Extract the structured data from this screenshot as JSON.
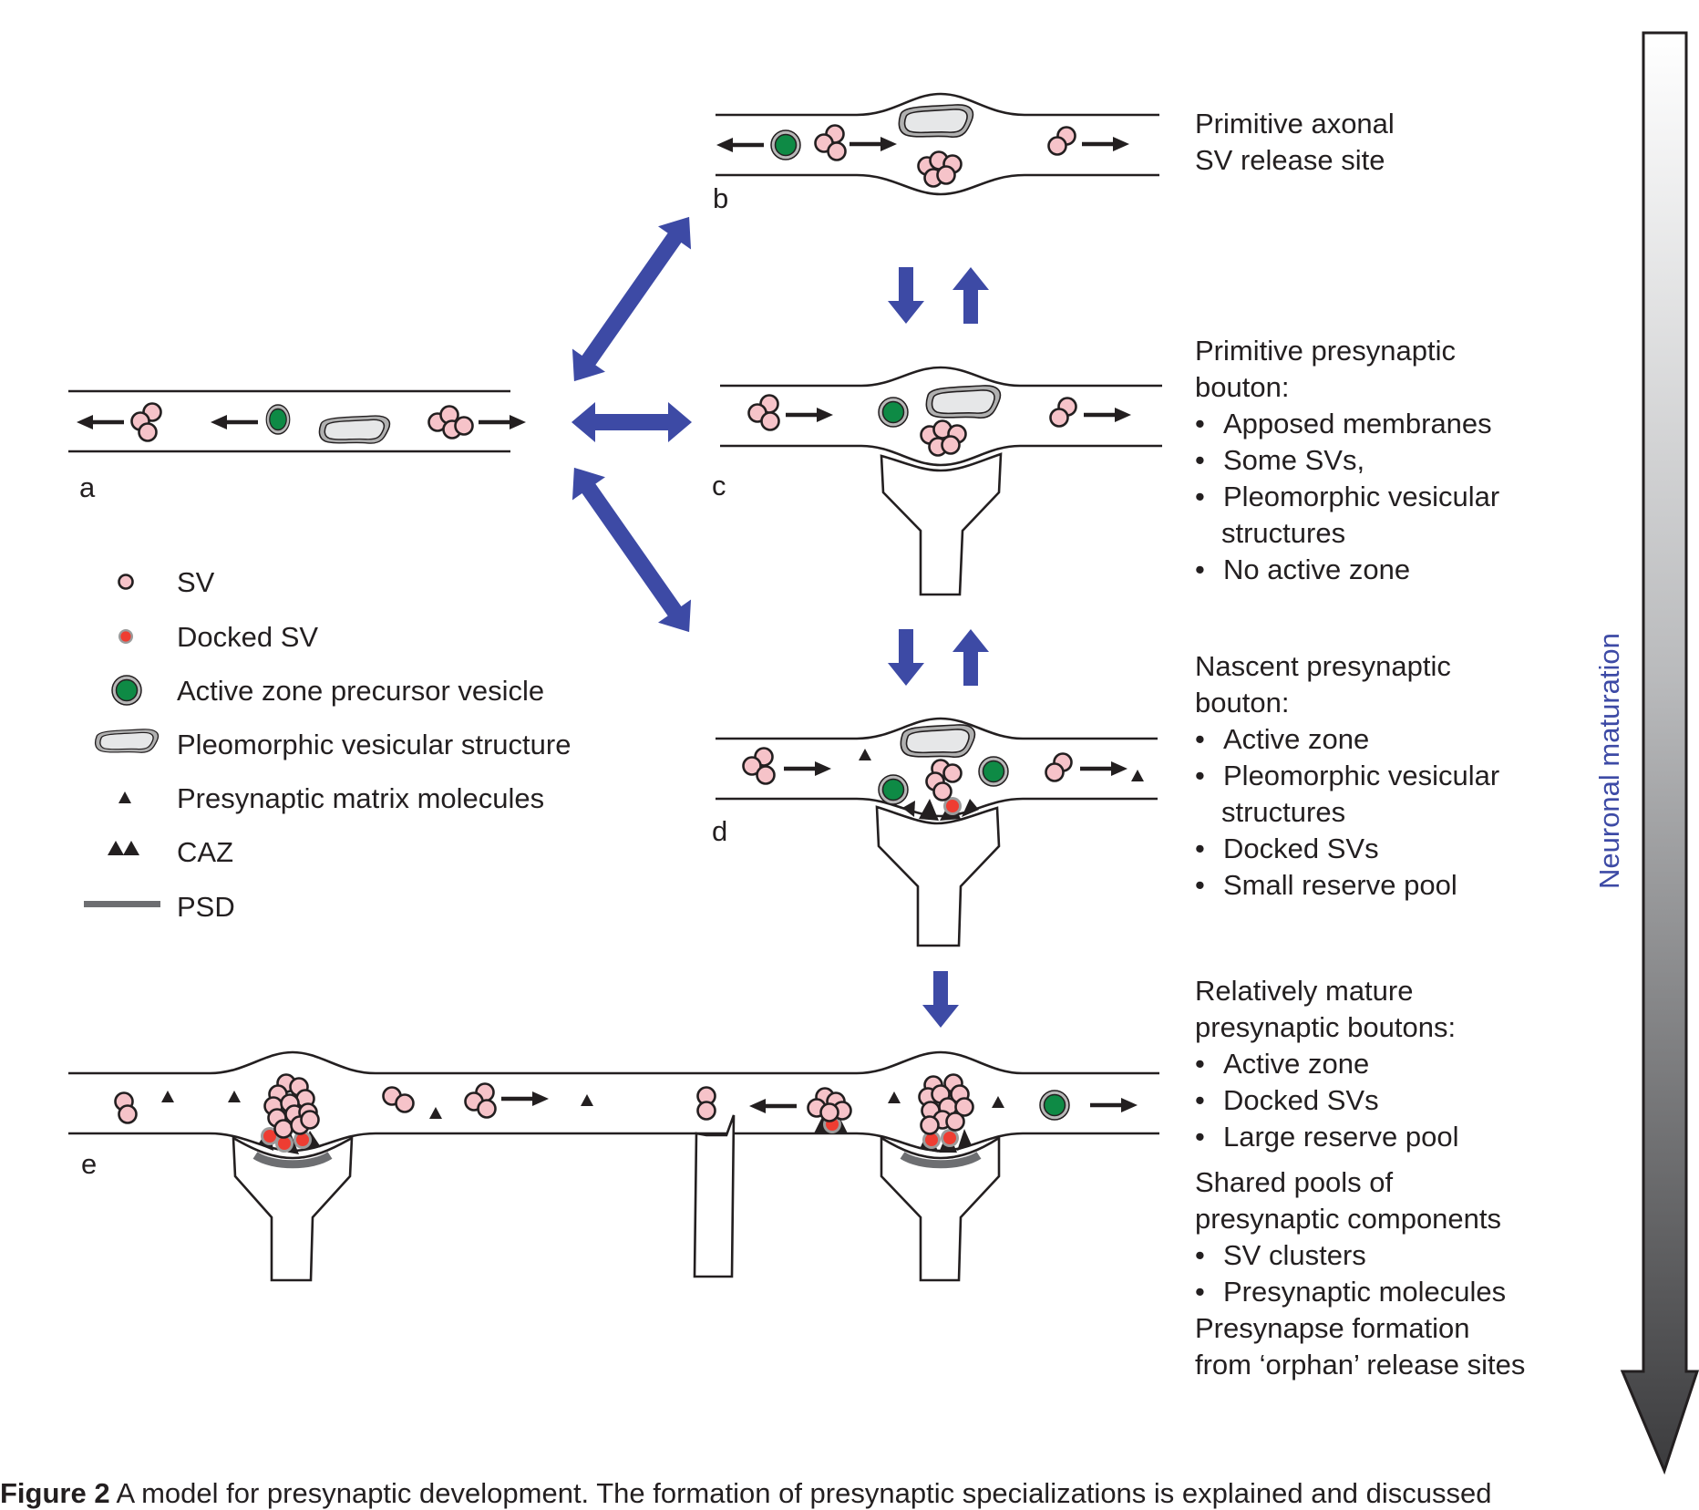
{
  "figure": {
    "panel_labels": {
      "a": "a",
      "b": "b",
      "c": "c",
      "d": "d",
      "e": "e"
    },
    "stages": [
      {
        "id": "b",
        "title_lines": [
          "Primitive axonal",
          "SV release site"
        ],
        "bullets": []
      },
      {
        "id": "c",
        "title_lines": [
          "Primitive presynaptic",
          "bouton:"
        ],
        "bullets": [
          [
            "Apposed membranes"
          ],
          [
            "Some SVs,"
          ],
          [
            "Pleomorphic vesicular",
            "structures"
          ],
          [
            "No active zone"
          ]
        ]
      },
      {
        "id": "d",
        "title_lines": [
          "Nascent presynaptic",
          "bouton:"
        ],
        "bullets": [
          [
            "Active zone"
          ],
          [
            "Pleomorphic vesicular",
            "structures"
          ],
          [
            "Docked SVs"
          ],
          [
            "Small reserve pool"
          ]
        ]
      },
      {
        "id": "e",
        "title_lines": [
          "Relatively mature",
          "presynaptic boutons:"
        ],
        "bullets": [
          [
            "Active zone"
          ],
          [
            "Docked SVs"
          ],
          [
            "Large reserve pool"
          ]
        ],
        "extra_title_lines": [
          "Shared pools of",
          "presynaptic components"
        ],
        "extra_bullets": [
          [
            "SV clusters"
          ],
          [
            "Presynaptic molecules"
          ]
        ],
        "footer_lines": [
          "Presynapse formation",
          "from ‘orphan’ release sites"
        ]
      }
    ],
    "bullet_char": "•",
    "legend": [
      {
        "icon": "sv-icon",
        "label": "SV"
      },
      {
        "icon": "docked-sv-icon",
        "label": "Docked SV"
      },
      {
        "icon": "active-zone-precursor-icon",
        "label": "Active zone precursor vesicle"
      },
      {
        "icon": "pleomorphic-structure-icon",
        "label": "Pleomorphic vesicular structure"
      },
      {
        "icon": "matrix-molecule-icon",
        "label": "Presynaptic matrix molecules"
      },
      {
        "icon": "caz-icon",
        "label": "CAZ"
      },
      {
        "icon": "psd-icon",
        "label": "PSD"
      }
    ],
    "maturation_label": "Neuronal maturation",
    "caption": {
      "bold": "Figure 2",
      "text": "  A model for presynaptic development. The formation of presynaptic specializations is explained and discussed"
    },
    "colors": {
      "sv": "#f6c3c9",
      "docked_sv": "#ee3d32",
      "active_zone_precursor": "#0e8a45",
      "transition_arrow": "#3d4aa5",
      "psd": "#6d6e71",
      "maturation_label": "#3d4aa5"
    }
  }
}
